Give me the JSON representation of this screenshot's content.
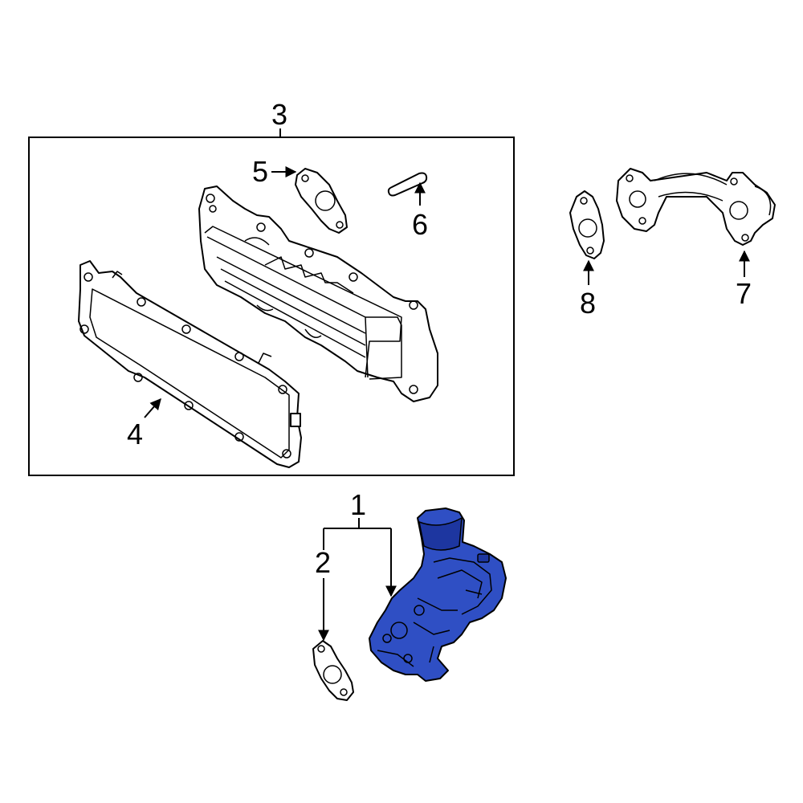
{
  "callouts": {
    "c1": "1",
    "c2": "2",
    "c3": "3",
    "c4": "4",
    "c5": "5",
    "c6": "6",
    "c7": "7",
    "c8": "8"
  },
  "colors": {
    "highlight": "#2f4fc4",
    "line": "#000000",
    "background": "#ffffff"
  }
}
